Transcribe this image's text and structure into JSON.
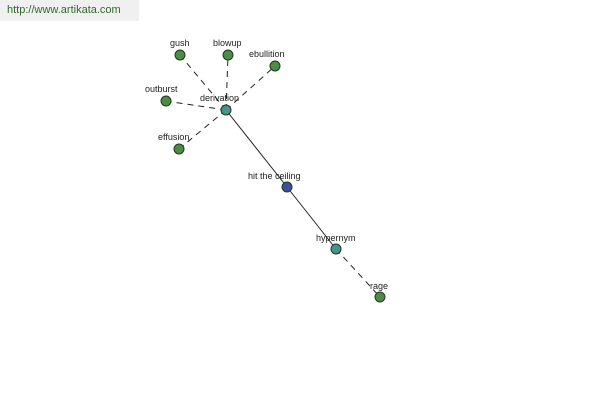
{
  "banner": {
    "url_text": "http://www.artikata.com"
  },
  "colors": {
    "leaf": "#4e8a48",
    "relation": "#4a9290",
    "center": "#3e4e9a"
  },
  "nodes": [
    {
      "id": "hit-the-ceiling",
      "label": "hit the ceiling",
      "kind": "center"
    },
    {
      "id": "derivation",
      "label": "derivation",
      "kind": "relation"
    },
    {
      "id": "hypernym",
      "label": "hypernym",
      "kind": "relation"
    },
    {
      "id": "gush",
      "label": "gush",
      "kind": "leaf"
    },
    {
      "id": "blowup",
      "label": "blowup",
      "kind": "leaf"
    },
    {
      "id": "ebullition",
      "label": "ebullition",
      "kind": "leaf"
    },
    {
      "id": "outburst",
      "label": "outburst",
      "kind": "leaf"
    },
    {
      "id": "effusion",
      "label": "effusion",
      "kind": "leaf"
    },
    {
      "id": "rage",
      "label": "rage",
      "kind": "leaf"
    }
  ],
  "edges": [
    {
      "from": "hit-the-ceiling",
      "to": "derivation",
      "style": "solid"
    },
    {
      "from": "hit-the-ceiling",
      "to": "hypernym",
      "style": "solid"
    },
    {
      "from": "derivation",
      "to": "gush",
      "style": "dashed"
    },
    {
      "from": "derivation",
      "to": "blowup",
      "style": "dashed"
    },
    {
      "from": "derivation",
      "to": "ebullition",
      "style": "dashed"
    },
    {
      "from": "derivation",
      "to": "outburst",
      "style": "dashed"
    },
    {
      "from": "derivation",
      "to": "effusion",
      "style": "dashed"
    },
    {
      "from": "hypernym",
      "to": "rage",
      "style": "dashed"
    }
  ]
}
